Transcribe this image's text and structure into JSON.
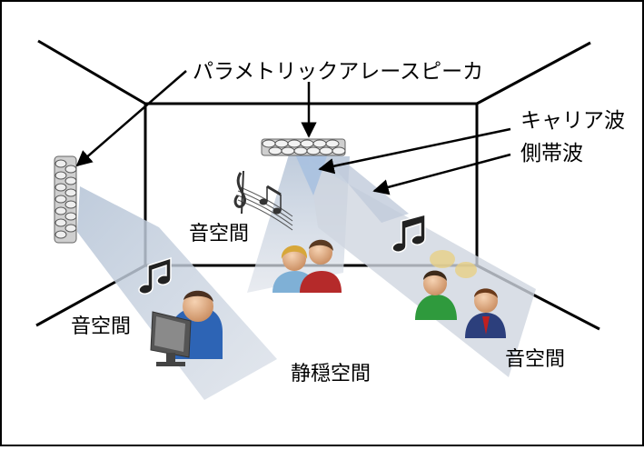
{
  "labels": {
    "array_speaker": "パラメトリックアレースピーカ",
    "carrier_wave": "キャリア波",
    "sideband_wave": "側帯波",
    "sound_space": "音空間",
    "quiet_space": "静穏空間"
  },
  "icons": {
    "left_note": "music-note-icon",
    "center_note": "treble-clef-notes-icon",
    "right_note": "music-note-icon",
    "left_person": "person-at-monitor-icon",
    "center_people": "two-people-icon",
    "right_people": "talking-people-icon"
  },
  "colors": {
    "frame": "#000000",
    "beam_fill": "#c9d1dc",
    "beam_carrier": "#b8cde6",
    "speaker": "#d8d8d8"
  }
}
